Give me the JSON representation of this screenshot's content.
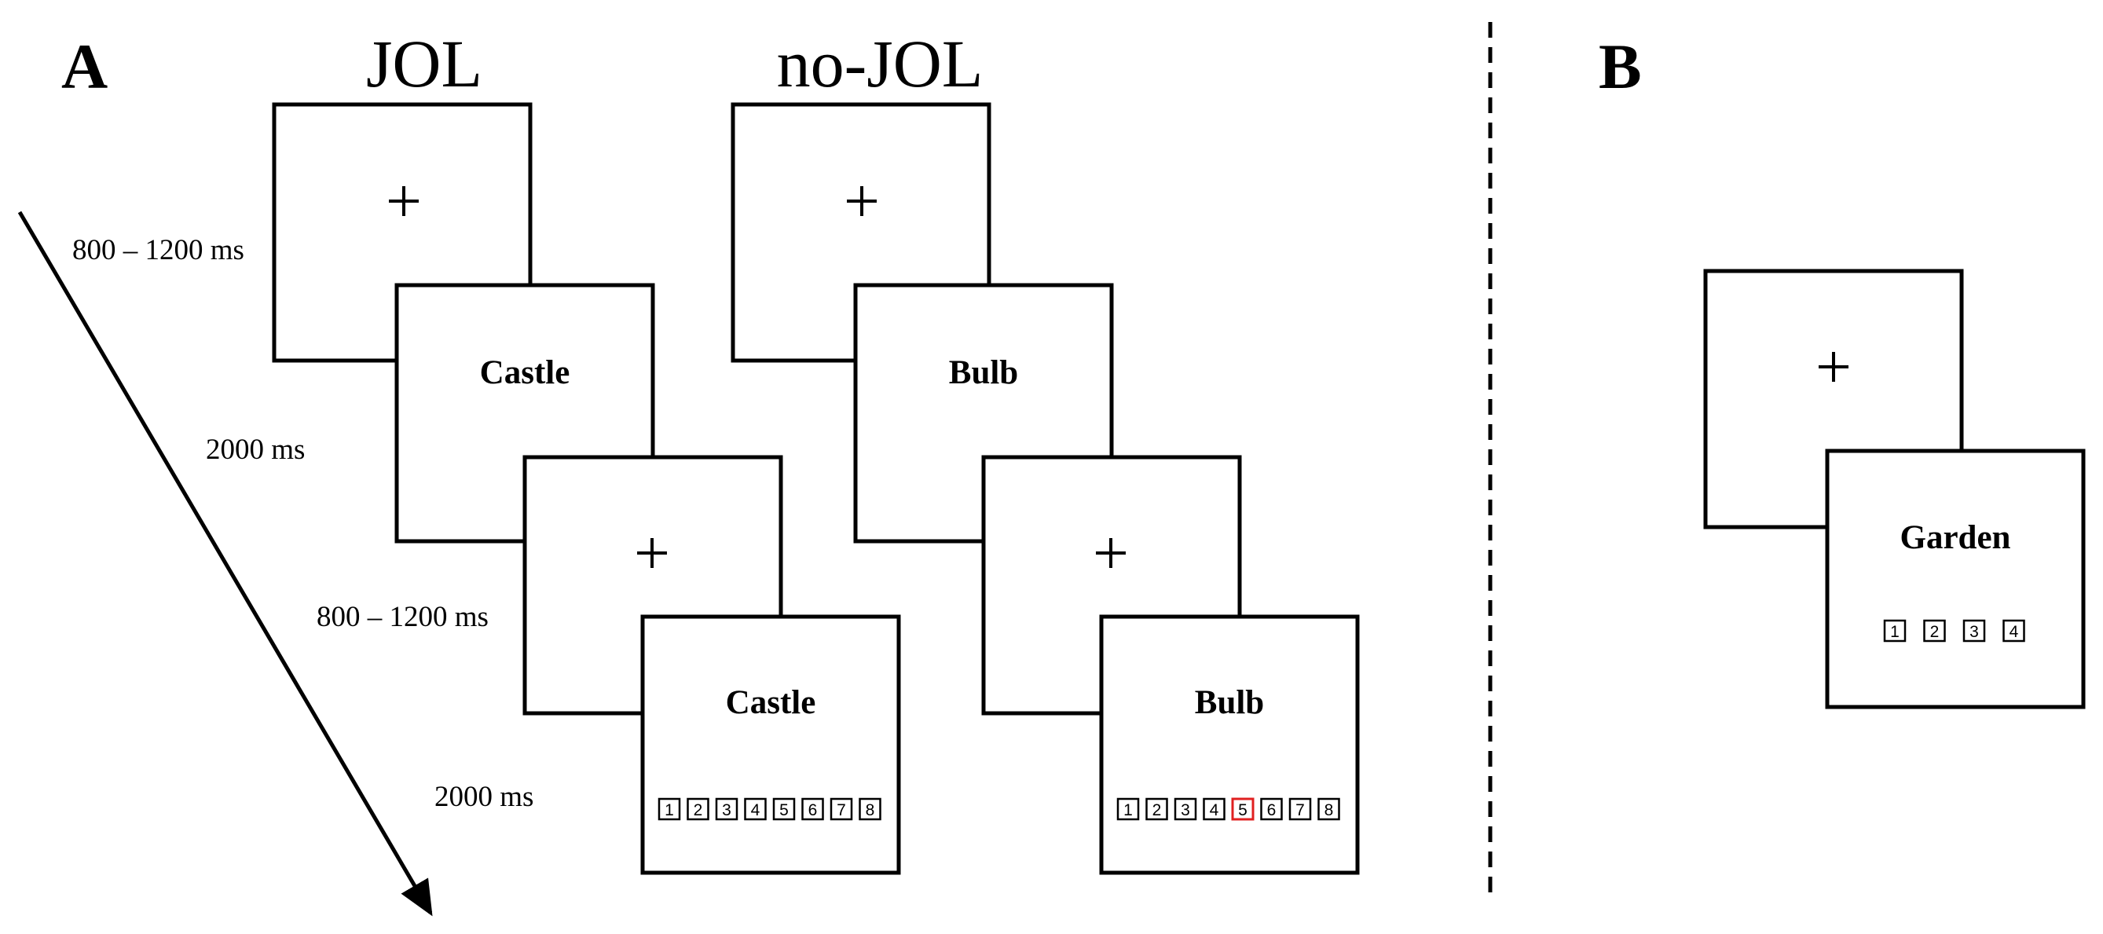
{
  "panel_a": {
    "letter": "A",
    "time_labels": [
      "800 – 1200 ms",
      "2000 ms",
      "800 – 1200 ms",
      "2000 ms"
    ],
    "conditions": [
      {
        "title": "JOL",
        "screens": [
          {
            "type": "fixation",
            "symbol": "+"
          },
          {
            "type": "word",
            "word": "Castle"
          },
          {
            "type": "fixation",
            "symbol": "+"
          },
          {
            "type": "word_scale",
            "word": "Castle",
            "keys": [
              "1",
              "2",
              "3",
              "4",
              "5",
              "6",
              "7",
              "8"
            ],
            "highlighted_key": null
          }
        ]
      },
      {
        "title": "no-JOL",
        "screens": [
          {
            "type": "fixation",
            "symbol": "+"
          },
          {
            "type": "word",
            "word": "Bulb"
          },
          {
            "type": "fixation",
            "symbol": "+"
          },
          {
            "type": "word_scale",
            "word": "Bulb",
            "keys": [
              "1",
              "2",
              "3",
              "4",
              "5",
              "6",
              "7",
              "8"
            ],
            "highlighted_key": "5"
          }
        ]
      }
    ]
  },
  "panel_b": {
    "letter": "B",
    "screens": [
      {
        "type": "fixation",
        "symbol": "+"
      },
      {
        "type": "word_scale",
        "word": "Garden",
        "keys": [
          "1",
          "2",
          "3",
          "4"
        ],
        "highlighted_key": null
      }
    ]
  },
  "colors": {
    "highlight": "#e02020",
    "stroke": "#000000"
  }
}
